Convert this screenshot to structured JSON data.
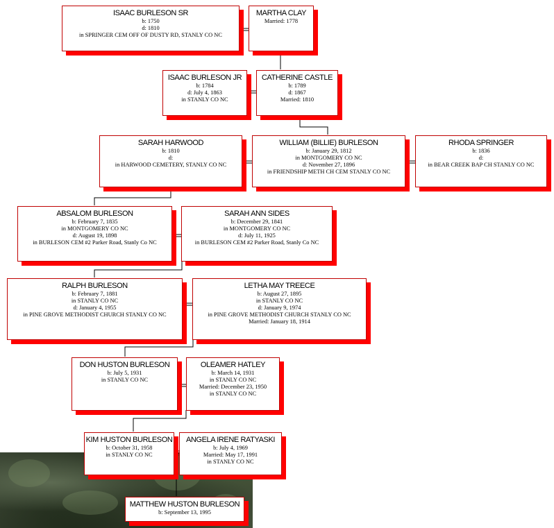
{
  "people": {
    "isaac_sr": {
      "name": "ISAAC BURLESON SR",
      "details": [
        "b: 1750",
        "d: 1810",
        "in SPRINGER CEM OFF OF DUSTY RD, STANLY CO NC"
      ]
    },
    "martha_clay": {
      "name": "MARTHA CLAY",
      "details": [
        "Married: 1778"
      ]
    },
    "isaac_jr": {
      "name": "ISAAC BURLESON JR",
      "details": [
        "b: 1784",
        "d: July 4, 1863",
        "in STANLY  CO NC"
      ]
    },
    "catherine_castle": {
      "name": "CATHERINE CASTLE",
      "details": [
        "b: 1789",
        "d: 1867",
        "Married: 1810"
      ]
    },
    "sarah_harwood": {
      "name": "SARAH HARWOOD",
      "details": [
        "b: 1810",
        "d:",
        "in HARWOOD CEMETERY, STANLY CO NC"
      ]
    },
    "william_billie": {
      "name": "WILLIAM (BILLIE) BURLESON",
      "details": [
        "b: January 29, 1812",
        "in MONTGOMERY CO NC",
        "d: November 27, 1896",
        "in FRIENDSHIP METH CH CEM STANLY CO NC"
      ]
    },
    "rhoda_springer": {
      "name": "RHODA SPRINGER",
      "details": [
        "b: 1836",
        "d:",
        "in BEAR CREEK BAP CH STANLY CO NC"
      ]
    },
    "absalom": {
      "name": "ABSALOM BURLESON",
      "details": [
        "b: February 7, 1835",
        "in MONTGOMERY CO NC",
        "d: August 19, 1898",
        "in BURLESON CEM #2 Parker Road, Stanly Co NC"
      ]
    },
    "sarah_ann_sides": {
      "name": "SARAH ANN SIDES",
      "details": [
        "b: December 29, 1841",
        "in MONTGOMERY CO NC",
        "d: July 11, 1925",
        "in BURLESON CEM #2 Parker Road, Stanly Co NC"
      ]
    },
    "ralph": {
      "name": "RALPH BURLESON",
      "details": [
        "b: February 7, 1881",
        "in STANLY  CO NC",
        "d: January 4, 1955",
        "in PINE GROVE METHODIST CHURCH STANLY CO NC"
      ]
    },
    "letha_may": {
      "name": "LETHA MAY TREECE",
      "details": [
        "b: August 27, 1895",
        "in STANLY  CO NC",
        "d: January 9, 1974",
        "in PINE GROVE METHODIST CHURCH STANLY CO NC",
        "Married: January 18, 1914"
      ]
    },
    "don_huston": {
      "name": "DON HUSTON BURLESON",
      "details": [
        "b: July 5, 1931",
        "in STANLY  CO NC"
      ]
    },
    "oleamer": {
      "name": "OLEAMER HATLEY",
      "details": [
        "b: March 14, 1931",
        "in STANLY  CO NC",
        "Married: December 23, 1950",
        "in STANLY  CO NC"
      ]
    },
    "kim_huston": {
      "name": "KIM HUSTON BURLESON",
      "details": [
        "b: October 31, 1958",
        "in STANLY  CO NC"
      ]
    },
    "angela": {
      "name": "ANGELA IRENE RATYASKI",
      "details": [
        "b: July 4, 1969",
        "Married: May 17, 1991",
        "in STANLY  CO NC"
      ]
    },
    "matthew": {
      "name": "MATTHEW HUSTON BURLESON",
      "details": [
        "b: September 13, 1995"
      ]
    }
  },
  "colors": {
    "border": "#c00000",
    "shadow": "#ff0000",
    "line": "#000000"
  }
}
